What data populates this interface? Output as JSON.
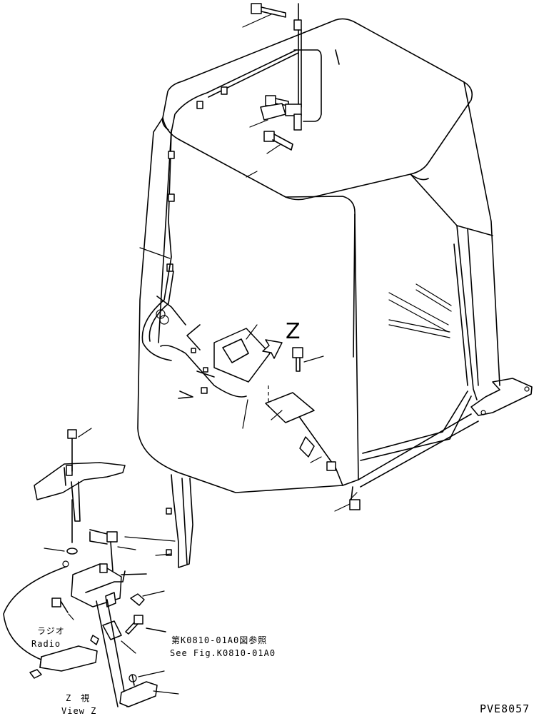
{
  "labels": {
    "view_callout": "Z",
    "radio_jp": "ラジオ",
    "radio_en": "Radio",
    "view_jp": "Z　視",
    "view_en": "View Z",
    "ref_jp": "第K0810-01A0図参照",
    "ref_en": "See Fig.K0810-01A0",
    "drawing_code": "PVE8057"
  }
}
